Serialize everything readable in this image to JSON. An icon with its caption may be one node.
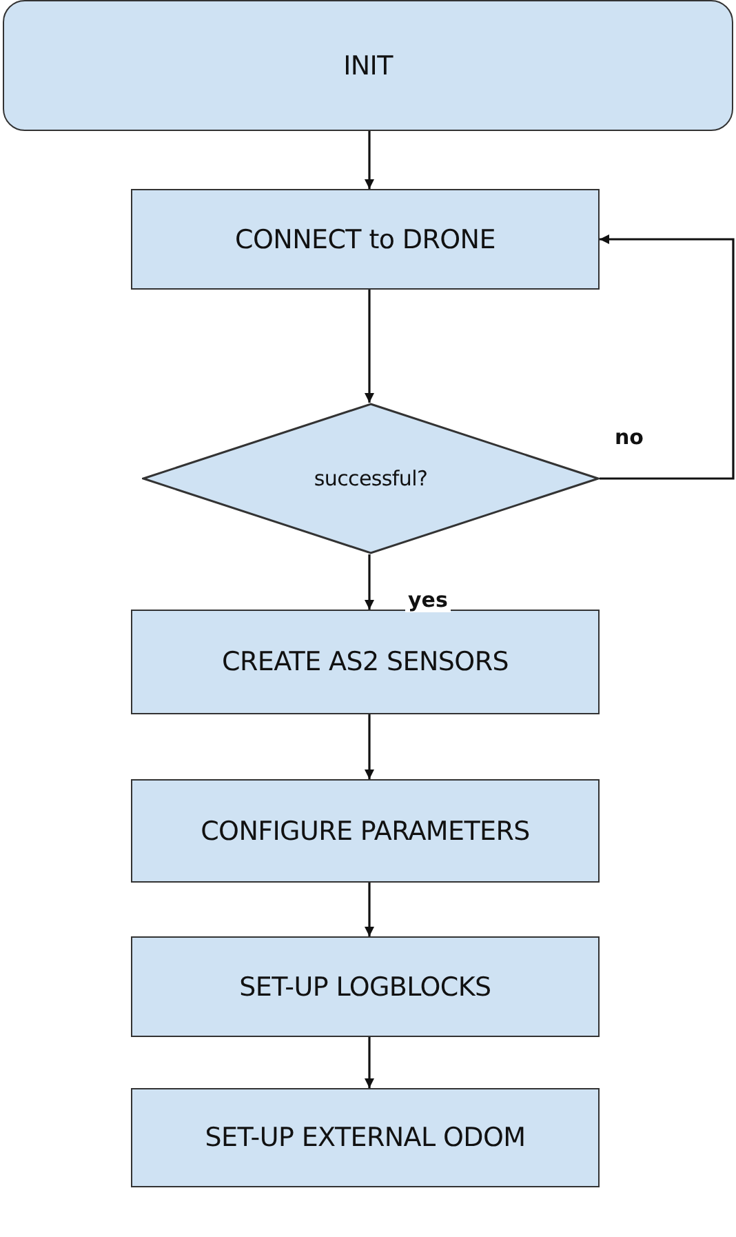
{
  "diagram": {
    "nodes": [
      {
        "text": [
          "INIT"
        ]
      },
      {
        "text": [
          "CONNECT to DRONE"
        ]
      },
      {
        "text": [
          "successful?"
        ]
      },
      {
        "text": [
          "CREATE AS2 SENSORS"
        ]
      },
      {
        "text": [
          "CONFIGURE PARAMETERS"
        ]
      },
      {
        "text": [
          "SET-UP LOGBLOCKS"
        ]
      },
      {
        "text": [
          "SET-UP EXTERNAL ODOM"
        ]
      }
    ],
    "edges": [
      {
        "from": 0,
        "to": 1,
        "arrow": "to"
      },
      {
        "from": 1,
        "to": 2,
        "arrow": "to"
      },
      {
        "from": 2,
        "to": 1,
        "arrow": "to",
        "label": "no"
      },
      {
        "from": 2,
        "to": 3,
        "arrow": "to",
        "label": "yes"
      },
      {
        "from": 3,
        "to": 4,
        "arrow": "to"
      },
      {
        "from": 4,
        "to": 5,
        "arrow": "to"
      },
      {
        "from": 5,
        "to": 6,
        "arrow": "to"
      }
    ]
  }
}
